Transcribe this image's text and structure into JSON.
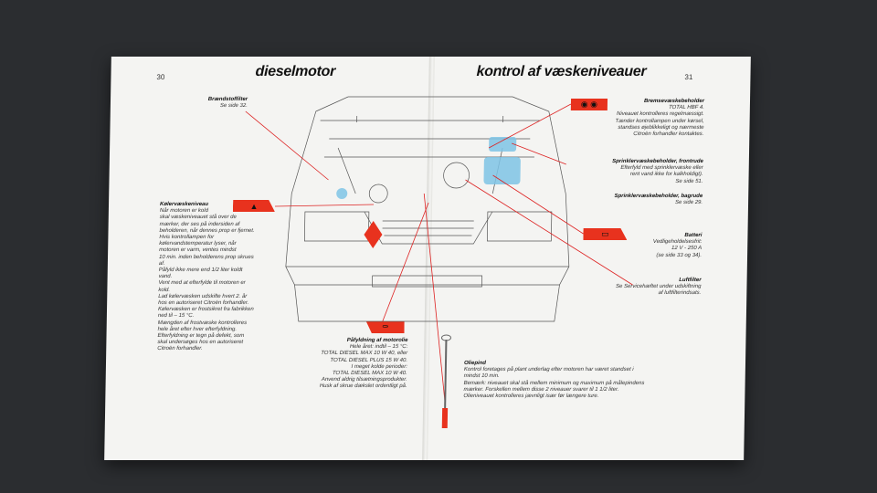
{
  "left_page": {
    "page_number": "30",
    "title": "dieselmotor",
    "braendstoffilter": {
      "heading": "Brændstoffilter",
      "lines": [
        "Se side 32."
      ]
    },
    "kolervaeske": {
      "heading": "Kølervæskeniveau",
      "lines": [
        "Når motoren er kold",
        "skal væskeniveauet stå over de",
        "mærker, der ses på indersiden af",
        "beholderen, når dennes prop er fjernet.",
        "Hvis kontrollampen for",
        "kølervandstemperatur lyser, når",
        "motoren er varm, ventes mindst",
        "10 min. inden beholderens prop skrues",
        "af.",
        "Påfyld ikke mere end 1/2 liter koldt",
        "vand.",
        "Vent med at efterfylde til motoren er",
        "kold.",
        "Lad kølervæsken udskifte hvert 2. år",
        "hos en autoriseret Citroën forhandler.",
        "Kølervæsken er frostsikret fra fabrikken",
        "ned til – 15 °C.",
        "Mængden af frostvæske kontrolleres",
        "hele året efter hver efterfyldning.",
        "Efterfyldning er tegn på defekt, som",
        "skal undersøges hos en autoriseret",
        "Citroën forhandler."
      ]
    },
    "motorolie": {
      "heading": "Påfyldning af motorolie",
      "lines": [
        "Hele året: indtil – 15 °C:",
        "TOTAL DIESEL MAX 10 W 40, eller",
        "TOTAL DIESEL PLUS 15 W 40.",
        "I meget kolde perioder:",
        "TOTAL DIESEL MAX 10 W 40.",
        "Anvend aldrig tilsætningsprodukter.",
        "Husk af skrue dækslet ordentligt på."
      ]
    }
  },
  "right_page": {
    "page_number": "31",
    "title": "kontrol af væskeniveauer",
    "bremse": {
      "heading": "Bremsevæskebeholder",
      "lines": [
        "TOTAL HBF 4.",
        "Niveauet kontrolleres regelmæssigt.",
        "Tænder kontrollampen under kørsel,",
        "standses øjeblikkeligt og nærmeste",
        "Citroën forhandler kontaktes."
      ]
    },
    "sprinkler_front": {
      "heading": "Sprinklervæskebeholder, frontrude",
      "lines": [
        "Efterfyld med sprinklervæske eller",
        "rent vand ikke for kalkholdigt).",
        "Se side 51."
      ]
    },
    "sprinkler_bag": {
      "heading": "Sprinklervæskebeholder, bagrude",
      "lines": [
        "Se side 29."
      ]
    },
    "batteri": {
      "heading": "Batteri",
      "lines": [
        "Vedligeholdelsesfrit:",
        "12 V - 250 A",
        "(se side 33 og 34)."
      ]
    },
    "luftfilter": {
      "heading": "Luftfilter",
      "lines": [
        "Se Servicehæftet under udskiftning",
        "af luftfilterindsats."
      ]
    },
    "oliepind": {
      "heading": "Oliepind",
      "lines": [
        "Kontrol foretages på plant underlag efter motoren har været standset i",
        "mindst 10 min.",
        "Bemærk: niveauet skal stå mellem minimum og maximum på målepindens",
        "mærker. Forskellen mellem disse 2 niveauer svarer til 1 1/2 liter.",
        "Olieniveauet kontrolleres jævnligt især før længere ture."
      ]
    }
  },
  "icons": {
    "coolant": "thermometer-icon",
    "oil": "oil-can-icon",
    "brake": "brake-warning-icon",
    "battery": "battery-icon"
  },
  "colors": {
    "accent_red": "#e8321e",
    "paper": "#f4f4f2",
    "background": "#2b2d30"
  }
}
